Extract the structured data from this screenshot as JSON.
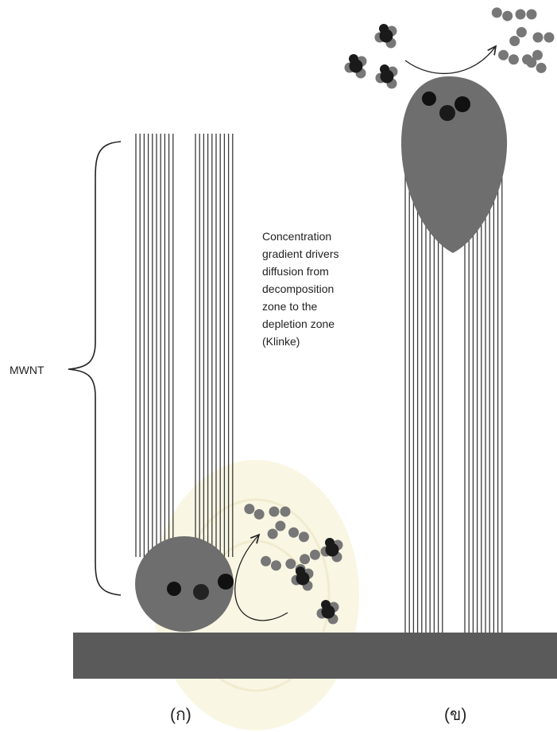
{
  "labels": {
    "mwnt": "MWNT",
    "description_lines": [
      "Concentration",
      "gradient drivers",
      "diffusion from",
      "decomposition",
      "zone to the",
      "depletion zone",
      "(Klinke)"
    ],
    "panel_a": "(ก)",
    "panel_b": "(ข)"
  },
  "colors": {
    "substrate": "#5a5a5a",
    "catalyst": "#6e6e6e",
    "tube_line": "#3a3a3a",
    "molecule_dark": "#1a1a1a",
    "molecule_light": "#777777",
    "watermark": "#e8e0a8"
  }
}
